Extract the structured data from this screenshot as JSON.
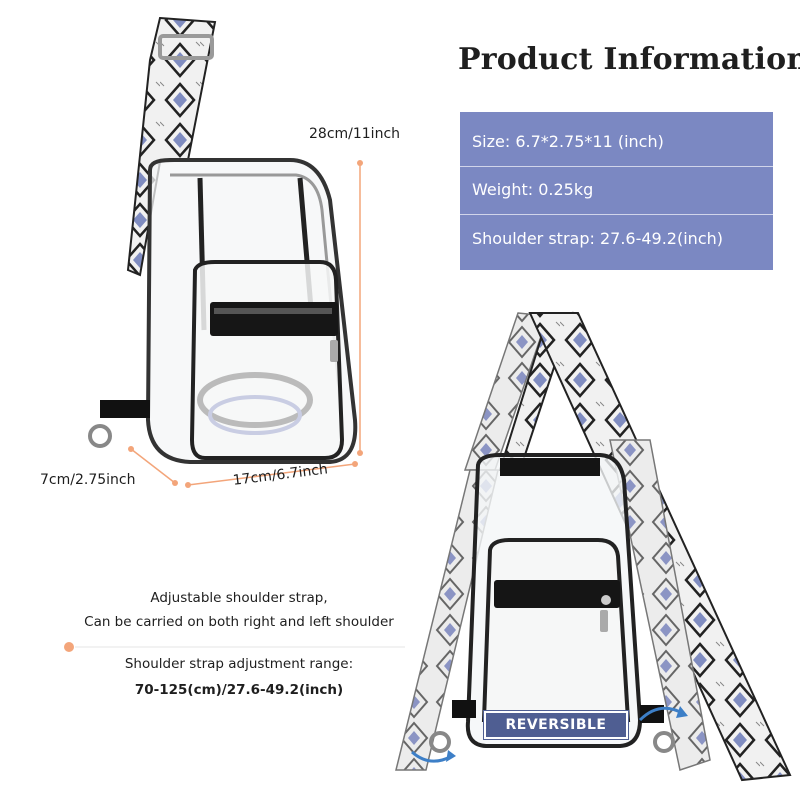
{
  "title": "Product Information",
  "info": {
    "size": "Size: 6.7*2.75*11 (inch)",
    "weight": "Weight: 0.25kg",
    "strap": "Shoulder strap: 27.6-49.2(inch)"
  },
  "dimensions": {
    "height": "28cm/11inch",
    "depth": "7cm/2.75inch",
    "width": "17cm/6.7inch"
  },
  "description": {
    "line1": "Adjustable shoulder strap,",
    "line2": "Can be carried on both right and left shoulder",
    "line3": "Shoulder strap adjustment range:",
    "line4": "70-125(cm)/27.6-49.2(inch)"
  },
  "badge": "REVERSIBLE",
  "colors": {
    "panel": "#7b88c2",
    "badge": "#4f5e92",
    "accent_dot": "#f3a57a",
    "arrow": "#3d7fc7"
  }
}
